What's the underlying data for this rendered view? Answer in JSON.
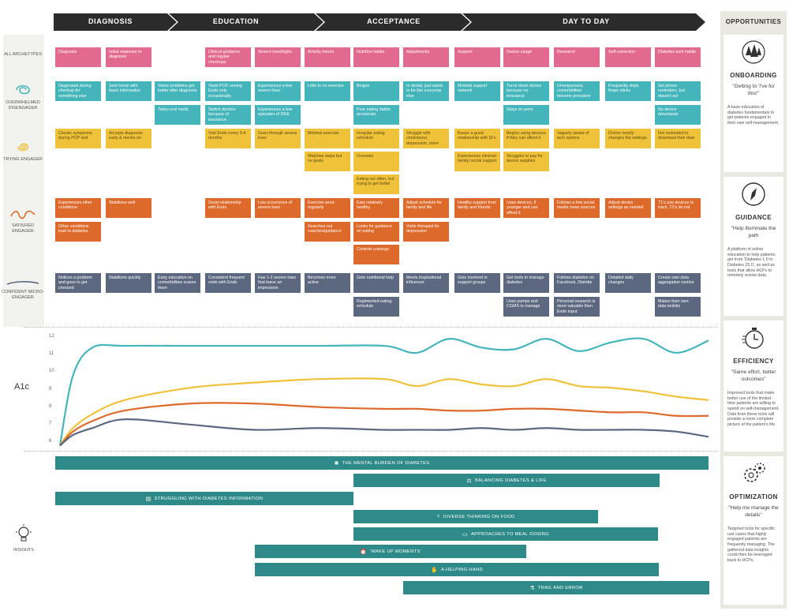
{
  "phases": [
    "DIAGNOSIS",
    "EDUCATION",
    "ACCEPTANCE",
    "DAY TO DAY"
  ],
  "opportunities_title": "OPPORTUNITIES",
  "archetypes": [
    {
      "label": "ALL ARCHETYPES",
      "icon": "none"
    },
    {
      "label": "OVERWHELMED DISENGAGER",
      "icon": "swirl-icon"
    },
    {
      "label": "TRYING ENGAGER",
      "icon": "spiral-icon"
    },
    {
      "label": "SATISFIED ENGAGER",
      "icon": "wave-icon"
    },
    {
      "label": "CONFIDENT MICRO-ENGAGER",
      "icon": "line-icon"
    }
  ],
  "colors": {
    "all": "#e36a8f",
    "overwhelmed": "#44b5ba",
    "trying": "#efc23a",
    "satisfied": "#dd6a2b",
    "confident": "#5c6780",
    "insight_bar": "#2e8a88",
    "phase_bar": "#2b2b2b"
  },
  "rows": {
    "all": [
      "Diagnosis",
      "Initial response to diagnosis",
      "",
      "Clinical guidance and regular checkups",
      "Severe lows/highs",
      "Activity trends",
      "Nutrition habits",
      "Adjustments",
      "Support",
      "Device usage",
      "Research",
      "Self-correction",
      "Diabetes tech habits"
    ],
    "overwhelmed_1": [
      "Diagnosed during checkup for something else",
      "Sent home with basic information",
      "Vision problems get better after diagnosis",
      "Visits PCP, seeing Endo only occasionally",
      "Experiences a few severe lows",
      "Little to no exercise",
      "Binges",
      "In denial, just wants to be like everyone else",
      "Minimal support network",
      "Turns down device because no insurance",
      "Unresponsive, comorbidities become prevalent",
      "Frequently skips finger sticks",
      "Set phone reminders, but doesn't act"
    ],
    "overwhelmed_2": [
      "",
      "",
      "Takes oral meds",
      "Switch doctors because of insurance",
      "Experiences a few episodes of DKA",
      "",
      "Poor eating habits accelerate",
      "",
      "",
      "Stays on pens",
      "",
      "",
      "No device downloads"
    ],
    "trying_1": [
      "Classic symptoms during PCP visit",
      "Accepts diagnosis early & moves on",
      "",
      "Visit Endo every 3-4 months",
      "Goes through severe lows",
      "Minimal exercise",
      "Irregular eating schedule",
      "Struggle with cholesterol, depression, more",
      "Keeps a good relationship with Dr's",
      "Begins using devices if they can afford it",
      "Vaguely aware of tech options",
      "Doctor mostly changes the settings",
      "Not motivated to download their data"
    ],
    "trying_2": [
      "",
      "",
      "",
      "",
      "",
      "Watches steps but no goals",
      "Overeats",
      "",
      "Experiences minimal family/ social support",
      "Struggles to pay for device supplies",
      "",
      "",
      ""
    ],
    "trying_3": [
      "",
      "",
      "",
      "",
      "",
      "",
      "Eating out often, but trying to get better",
      "",
      "",
      "",
      "",
      "",
      ""
    ],
    "satisfied_1": [
      "Experiences other conditions",
      "Stabilizes well",
      "",
      "Good relationship with Endo",
      "Low occurrence of severe lows",
      "Exercise semi-regularly",
      "Eats relatively healthy",
      "Adjust schedule for family and life",
      "Healthy support from family and friends",
      "Uses devices, if younger and can afford it",
      "Follows a few social media news sources",
      "Adjust device settings as needed",
      "T1's use devices to track, T2's do not"
    ],
    "satisfied_2": [
      "Other conditions lead to diabetes",
      "",
      "",
      "",
      "",
      "Searches out coaches/guidance",
      "Looks for guidance on eating",
      "Visits therapist for depression",
      "",
      "",
      "",
      "",
      ""
    ],
    "satisfied_3": [
      "",
      "",
      "",
      "",
      "",
      "",
      "Controls cravings",
      "",
      "",
      "",
      "",
      "",
      ""
    ],
    "confident_1": [
      "Notices a problem and goes to get checked",
      "Stabilizes quickly",
      "Early education on comorbidities scares them",
      "Consistent frequent visits with Endo",
      "Has 1-2 severe lows that leave an impression",
      "Becomes more active",
      "Gets nutritional help",
      "Meets inspirational influencer",
      "Gets involved in support groups",
      "Get tools to manage diabetes",
      "Follows diabetes on Facebook, Diatribe",
      "Detailed daily changes",
      "Create own data aggregation routine"
    ],
    "confident_2": [
      "",
      "",
      "",
      "",
      "",
      "",
      "Regimented eating schedule",
      "",
      "",
      "Uses pumps and CGMS to manage",
      "Personal research is more valuable then Endo input",
      "",
      "Makes their own data toolkits"
    ]
  },
  "a1c": {
    "label": "A1c",
    "yticks": [
      "12",
      "11",
      "10",
      "9",
      "8",
      "7",
      "6"
    ],
    "ylim": [
      6,
      12
    ]
  },
  "chart_data": {
    "type": "line",
    "title": "",
    "xlabel": "",
    "ylabel": "A1c",
    "ylim": [
      6,
      12
    ],
    "x": [
      0,
      2,
      5,
      10,
      20,
      30,
      40,
      50,
      55,
      60,
      65,
      70,
      75,
      80,
      85,
      90,
      95,
      100
    ],
    "series": [
      {
        "color": "#44b5ba",
        "values": [
          5.8,
          9.8,
          11.4,
          11.5,
          11.5,
          11.5,
          11.5,
          11.5,
          11.1,
          11.9,
          11.4,
          11.3,
          11.9,
          11.2,
          11.7,
          11.9,
          11.1,
          11.8
        ]
      },
      {
        "color": "#efc23a",
        "values": [
          5.8,
          6.8,
          7.6,
          8.4,
          9.1,
          9.4,
          9.6,
          9.6,
          9.2,
          9.6,
          9.3,
          9.2,
          9.6,
          9.2,
          9.1,
          8.9,
          8.6,
          8.4
        ]
      },
      {
        "color": "#dd6a2b",
        "values": [
          5.8,
          6.6,
          7.2,
          7.8,
          8.2,
          8.2,
          8.0,
          7.9,
          7.9,
          7.8,
          7.8,
          7.9,
          7.9,
          7.8,
          7.7,
          7.7,
          7.5,
          7.5
        ]
      },
      {
        "color": "#5c6780",
        "values": [
          5.8,
          6.4,
          6.8,
          7.3,
          7.0,
          6.7,
          6.8,
          6.7,
          6.7,
          6.7,
          6.8,
          6.7,
          6.8,
          6.7,
          6.7,
          6.7,
          6.6,
          6.3
        ]
      }
    ]
  },
  "insights_label": "INSIGHTS",
  "insight_bars": [
    {
      "label": "THE MENTAL BURDEN OF DIABETES",
      "icon": "brain-icon",
      "glyph": "✺"
    },
    {
      "label": "BALANCING DIABETES & LIFE",
      "icon": "scale-icon",
      "glyph": "⚖"
    },
    {
      "label": "STRUGGLING WITH DIABETES INFORMATION",
      "icon": "book-icon",
      "glyph": "▤"
    },
    {
      "label": "DIVERSE THINKING ON FOOD",
      "icon": "utensils-icon",
      "glyph": "⑂"
    },
    {
      "label": "APPROACHES TO MEAL DOSING",
      "icon": "food-icon",
      "glyph": "▭"
    },
    {
      "label": "'WAKE UP MOMENTS'",
      "icon": "alarm-icon",
      "glyph": "⏰"
    },
    {
      "label": "A HELPING HAND",
      "icon": "hand-icon",
      "glyph": "✋"
    },
    {
      "label": "TRAIL AND ERROR",
      "icon": "flask-icon",
      "glyph": "⚗"
    }
  ],
  "opportunities": [
    {
      "title": "ONBOARDING",
      "icon": "trees-icon",
      "quote": "\"Getting to 'I've for this!\"",
      "desc": "A base education of diabetes fundamentals to get patients engaged in their own self-management."
    },
    {
      "title": "GUIDANCE",
      "icon": "compass-icon",
      "quote": "\"Help illuminate the path",
      "desc": "A platform of online education to help patients get from 'Diabetes 1.0 to Diabetes 25.0', as well as tools that allow HCPs to remotely review data."
    },
    {
      "title": "EFFICIENCY",
      "icon": "stopwatch-icon",
      "quote": "\"Same effort, better outcomes\"",
      "desc": "Improved tools that make better use of the limited time patients are willing to spend on self-management. Data from these tools will provide a more complete picture of the patient's life."
    },
    {
      "title": "OPTIMIZATION",
      "icon": "gears-icon",
      "quote": "\"Help me manage the details\"",
      "desc": "Targeted tools for specific use cases that highly engaged patients are frequently managing. The gathered data insights could then be leveraged back to HCPs."
    }
  ]
}
